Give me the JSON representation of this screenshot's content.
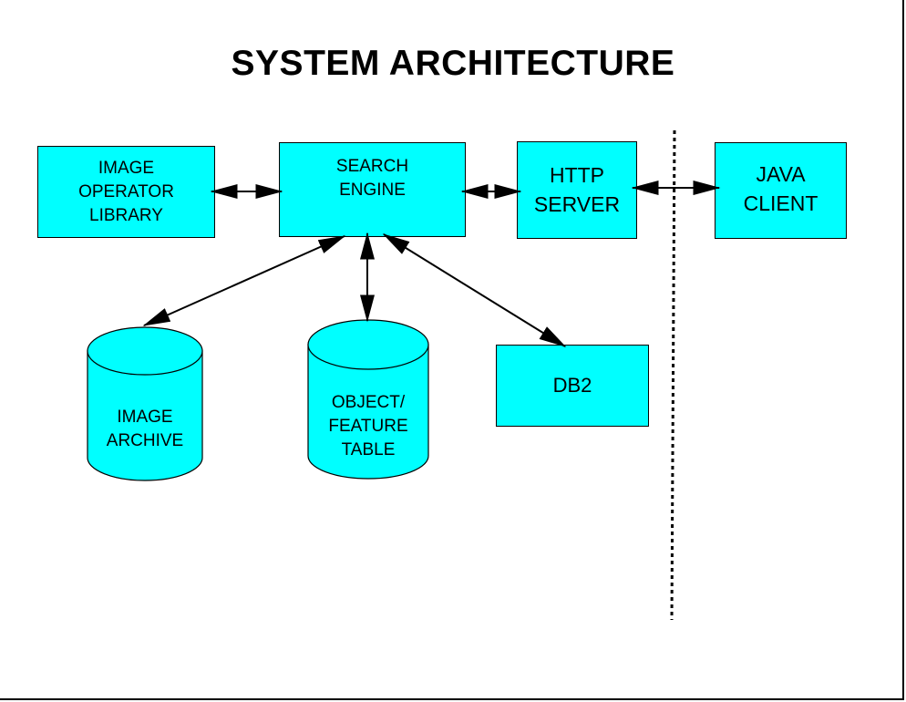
{
  "diagram": {
    "title": "SYSTEM ARCHITECTURE",
    "nodes": {
      "image_operator_library": "IMAGE\nOPERATOR\nLIBRARY",
      "search_engine": "SEARCH\nENGINE",
      "http_server": "HTTP\nSERVER",
      "java_client": "JAVA\nCLIENT",
      "image_archive": "IMAGE\nARCHIVE",
      "object_feature_table": "OBJECT/\nFEATURE\nTABLE",
      "db2": "DB2"
    },
    "colors": {
      "node_fill": "#00ffff",
      "stroke": "#000000"
    }
  }
}
